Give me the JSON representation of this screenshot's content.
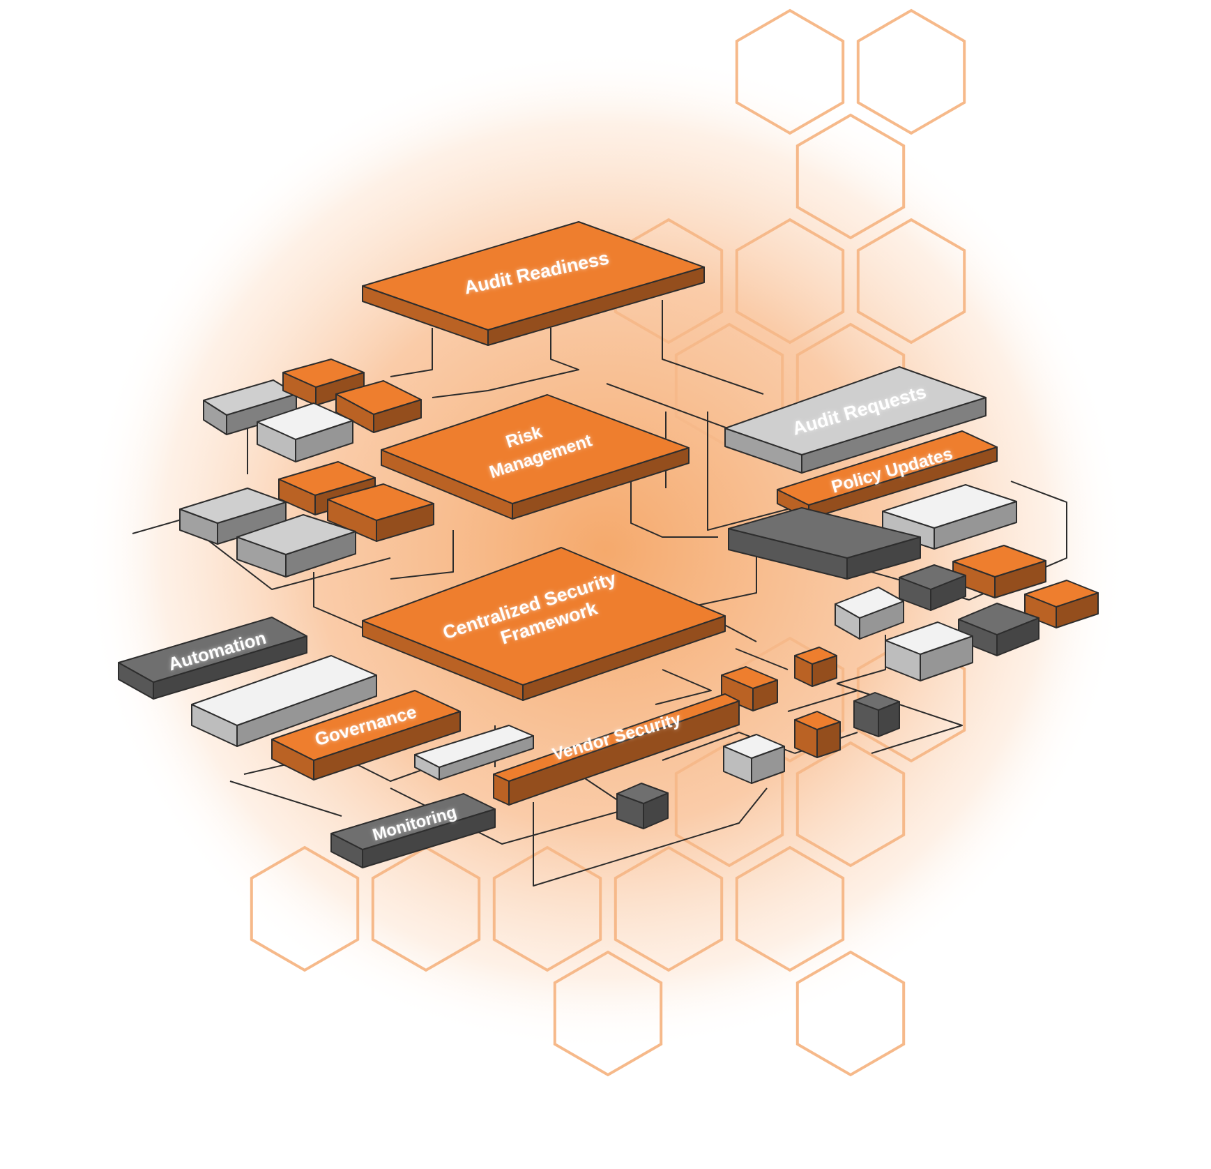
{
  "colors": {
    "orange": "#ee7e2e",
    "light_gray": "#cfcfcf",
    "white_block": "#f2f2f2",
    "dark_gray": "#6f6f6f",
    "hex_outline": "#f6b98a",
    "glow": "#f7a15f"
  },
  "labels": {
    "audit_readiness": "Audit Readiness",
    "risk_management": [
      "Risk",
      "Management"
    ],
    "audit_requests": "Audit Requests",
    "policy_updates": "Policy Updates",
    "centralized_security_framework": [
      "Centralized Security",
      "Framework"
    ],
    "automation": "Automation",
    "governance": "Governance",
    "vendor_security": "Vendor Security",
    "monitoring": "Monitoring"
  }
}
